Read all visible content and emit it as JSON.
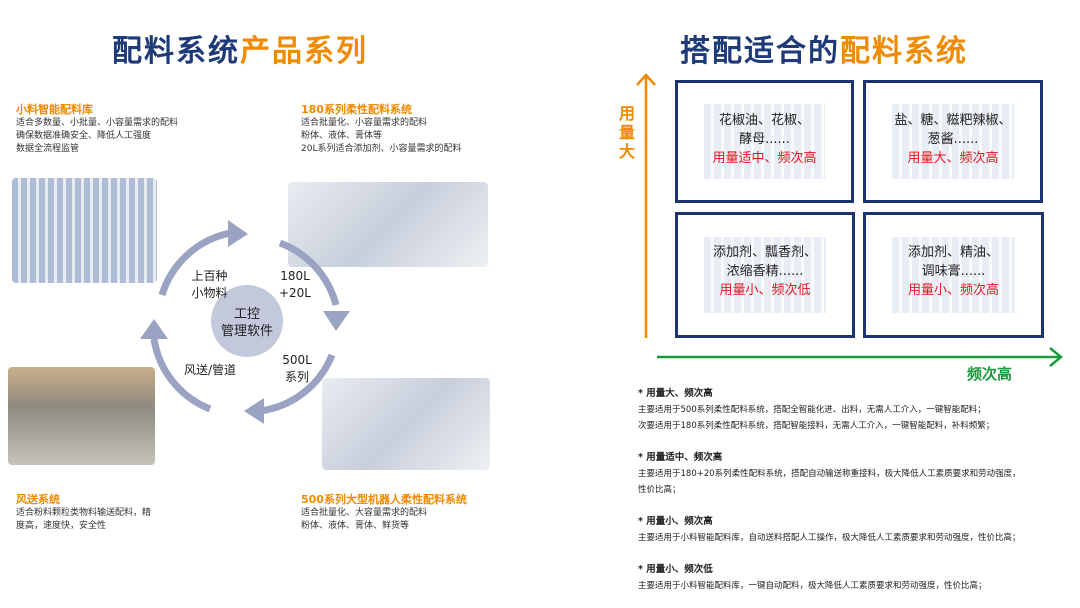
{
  "left_title": {
    "part1": "配料系统",
    "part2": "产品系列"
  },
  "right_title": {
    "part1": "搭配适合的",
    "part2": "配料系统"
  },
  "products": [
    {
      "title": "小料智能配料库",
      "lines": [
        "适合多数量、小批量、小容量需求的配料",
        "确保数据准确安全、降低人工强度",
        "数据全流程监管"
      ]
    },
    {
      "title": "180系列柔性配料系统",
      "lines": [
        "适合批量化、小容量需求的配料",
        "粉体、液体、膏体等",
        "20L系列适合添加剂、小容量需求的配料"
      ]
    },
    {
      "title": "风送系统",
      "lines": [
        "适合粉料颗粒类物料输送配料，精",
        "度高，速度快，安全性"
      ]
    },
    {
      "title": "500系列大型机器人柔性配料系统",
      "lines": [
        "适合批量化、大容量需求的配料",
        "粉体、液体、膏体、鲜货等"
      ]
    }
  ],
  "cycle": {
    "center": [
      "工控",
      "管理软件"
    ],
    "top_left": [
      "上百种",
      "小物料"
    ],
    "top_right": [
      "180L",
      "+20L"
    ],
    "bottom_right": [
      "500L",
      "系列"
    ],
    "bottom_left": [
      "风送/管道"
    ]
  },
  "axes": {
    "y_label": [
      "用",
      "量",
      "大"
    ],
    "x_label": "频次高",
    "y_color": "#f08a00",
    "x_color": "#1a9a3c"
  },
  "quadrants": [
    {
      "lines": [
        "花椒油、花椒、",
        "酵母......"
      ],
      "tag": "用量适中、频次高"
    },
    {
      "lines": [
        "盐、糖、糍粑辣椒、",
        "葱酱......"
      ],
      "tag": "用量大、频次高"
    },
    {
      "lines": [
        "添加剂、瓢香剂、",
        "浓缩香精......"
      ],
      "tag": "用量小、频次低"
    },
    {
      "lines": [
        "添加剂、精油、",
        "调味膏......"
      ],
      "tag": "用量小、频次高"
    }
  ],
  "notes": [
    {
      "head": "* 用量大、频次高",
      "lines": [
        "主要适用于500系列柔性配料系统，搭配全智能化进、出料，无需人工介入，一键智能配料；",
        "次要适用于180系列柔性配料系统，搭配智能接料，无需人工介入，一键智能配料，补料频繁；"
      ]
    },
    {
      "head": "* 用量适中、频次高",
      "lines": [
        "主要适用于180+20系列柔性配料系统，搭配自动输送称重接料，极大降低人工素质要求和劳动强度，",
        "性价比高；"
      ]
    },
    {
      "head": "* 用量小、频次高",
      "lines": [
        "主要适用于小料智能配料库，自动送料搭配人工操作，极大降低人工素质要求和劳动强度，性价比高；"
      ]
    },
    {
      "head": "* 用量小、频次低",
      "lines": [
        "主要适用于小料智能配料库，一键自动配料，极大降低人工素质要求和劳动强度，性价比高；"
      ]
    }
  ]
}
